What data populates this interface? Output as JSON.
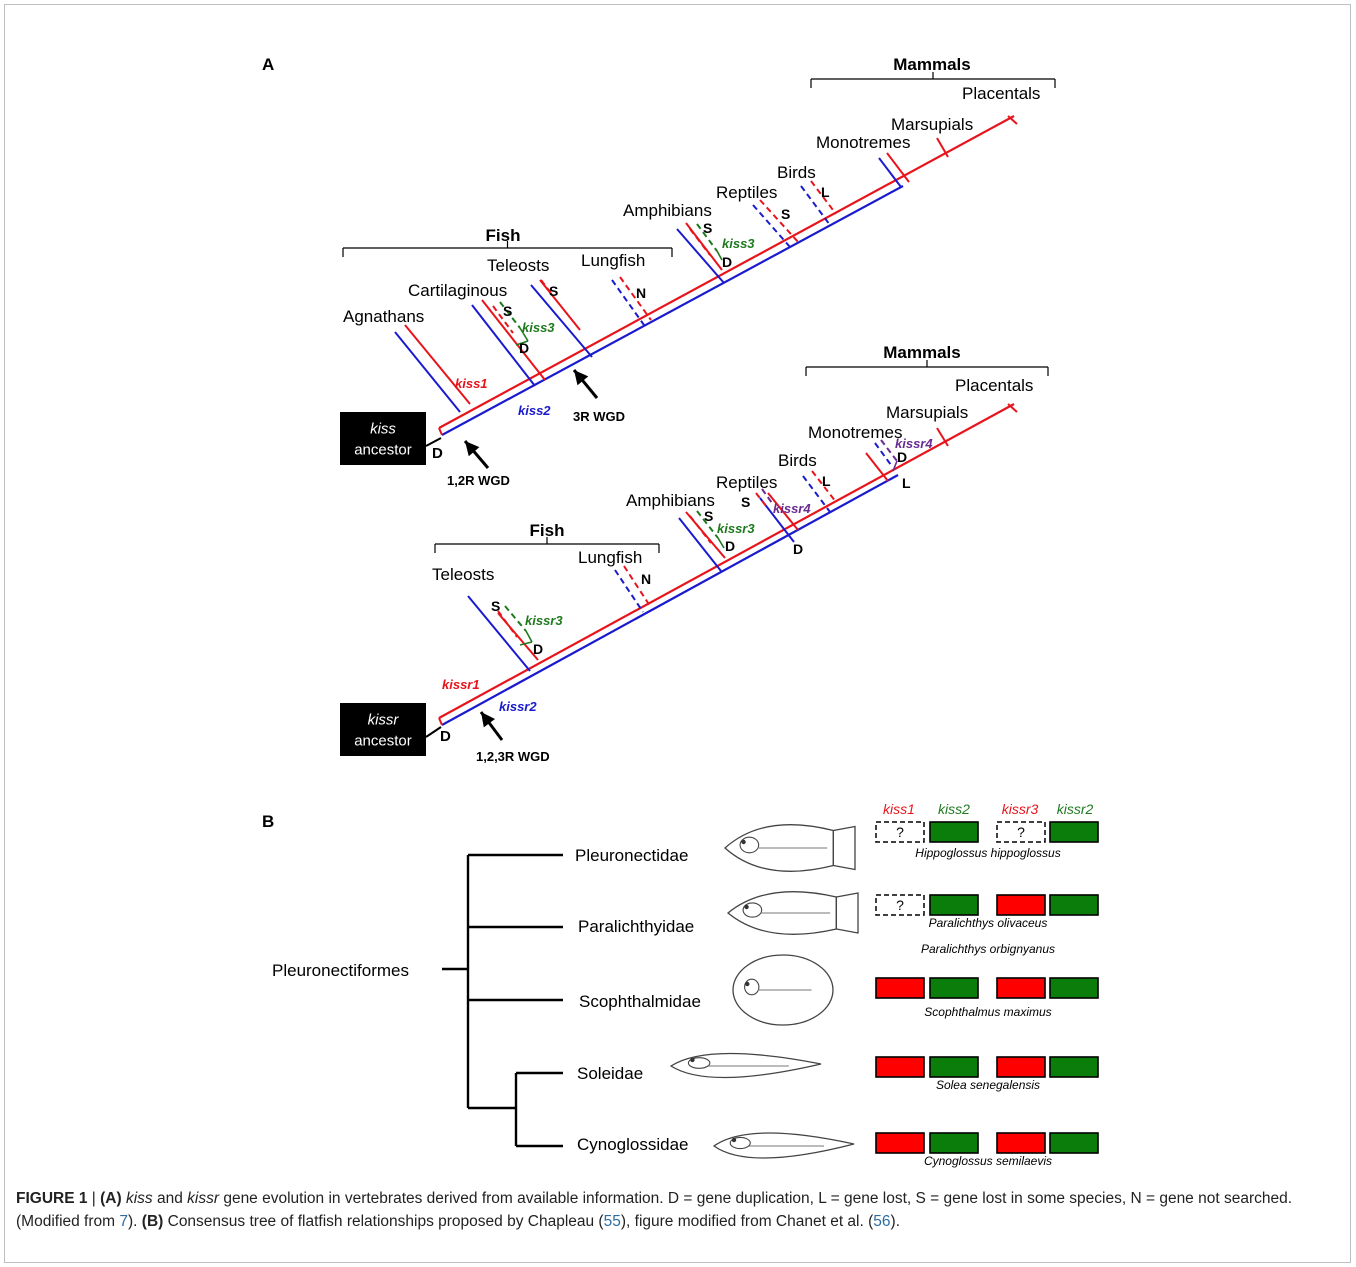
{
  "figure": {
    "panel_a": {
      "label": "A",
      "kiss_tree": {
        "ancestor": [
          "kiss",
          "ancestor"
        ],
        "groups": {
          "fish": "Fish",
          "mammals": "Mammals"
        },
        "taxa": [
          "Agnathans",
          "Cartilaginous",
          "Teleosts",
          "Lungfish",
          "Amphibians",
          "Reptiles",
          "Birds",
          "Monotremes",
          "Marsupials",
          "Placentals"
        ],
        "genes": {
          "g1": "kiss1",
          "g2": "kiss2",
          "g3a": "kiss3",
          "g3b": "kiss3"
        },
        "events": {
          "wgd1": "1,2R WGD",
          "wgd2": "3R WGD"
        },
        "codes": {
          "d": "D",
          "s": "S",
          "n": "N",
          "l": "L"
        }
      },
      "kissr_tree": {
        "ancestor": [
          "kissr",
          "ancestor"
        ],
        "groups": {
          "fish": "Fish",
          "mammals": "Mammals"
        },
        "taxa": [
          "Teleosts",
          "Lungfish",
          "Amphibians",
          "Reptiles",
          "Birds",
          "Monotremes",
          "Marsupials",
          "Placentals"
        ],
        "genes": {
          "r1": "kissr1",
          "r2": "kissr2",
          "r3a": "kissr3",
          "r3b": "kissr3",
          "r4a": "kissr4",
          "r4b": "kissr4"
        },
        "events": {
          "wgd": "1,2,3R WGD"
        },
        "codes": {
          "d": "D",
          "s": "S",
          "n": "N",
          "l": "L"
        }
      }
    },
    "panel_b": {
      "label": "B",
      "root": "Pleuronectiformes",
      "families": [
        "Pleuronectidae",
        "Paralichthyidae",
        "Scophthalmidae",
        "Soleidae",
        "Cynoglossidae"
      ],
      "gene_headers": [
        "kiss1",
        "kiss2",
        "kissr3",
        "kissr2"
      ],
      "unknown_mark": "?",
      "species": [
        [
          "Hippoglossus hippoglossus"
        ],
        [
          "Paralichthys olivaceus",
          "Paralichthys orbignyanus"
        ],
        [
          "Scophthalmus maximus"
        ],
        [
          "Solea senegalensis"
        ],
        [
          "Cynoglossus semilaevis"
        ]
      ],
      "gene_states": [
        [
          "unknown",
          "present",
          "unknown",
          "present"
        ],
        [
          "unknown",
          "present",
          "present",
          "present"
        ],
        [
          "present",
          "present",
          "present",
          "present"
        ],
        [
          "present",
          "present",
          "present",
          "present"
        ],
        [
          "present",
          "present",
          "present",
          "present"
        ]
      ]
    },
    "colors": {
      "red": "#e8141b",
      "blue": "#1a1acf",
      "green": "#1f7a1f",
      "purple": "#6a2c91",
      "box_red": "#ff0000",
      "box_green": "#0a7d0a",
      "black": "#000000"
    }
  },
  "caption": {
    "label": "FIGURE 1",
    "sep": " | ",
    "a_tag": "(A)",
    "t1": "kiss",
    "t2": " and ",
    "t3": "kissr",
    "t4": " gene evolution in vertebrates derived from available information. D = gene duplication, L = gene lost, S = gene lost in some species, N = gene not searched. (Modified from ",
    "ref1": "7",
    "t5": "). ",
    "b_tag": "(B)",
    "t6": " Consensus tree of flatfish relationships proposed by Chapleau (",
    "ref2": "55",
    "t7": "), figure modified from Chanet et al. (",
    "ref3": "56",
    "t8": ")."
  }
}
